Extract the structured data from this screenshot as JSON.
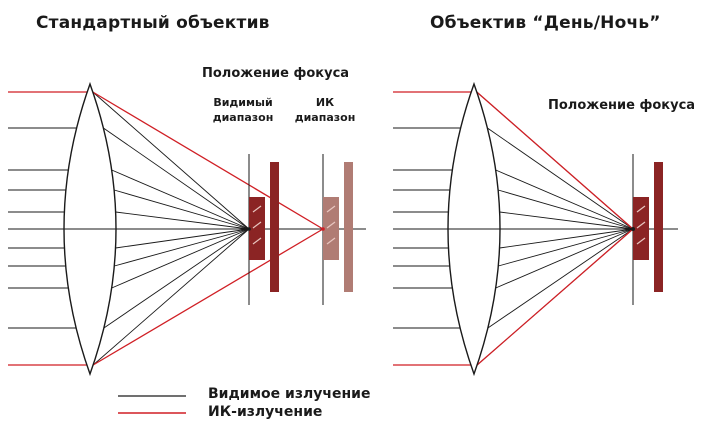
{
  "titles": {
    "standard": "Стандартный объектив",
    "daynight": "Объектив “День/Ночь”"
  },
  "labels": {
    "focus_position": "Положение фокуса",
    "visible_range_line1": "Видимый",
    "visible_range_line2": "диапазон",
    "ir_range_line1": "ИК",
    "ir_range_line2": "диапазон"
  },
  "legend": {
    "visible": "Видимое излучение",
    "ir": "ИК-излучение"
  },
  "colors": {
    "visible_ray": "#1a1a1a",
    "ir_ray": "#d01f25",
    "sensor_visible": "#8b2424",
    "sensor_ir": "#b07c74"
  }
}
